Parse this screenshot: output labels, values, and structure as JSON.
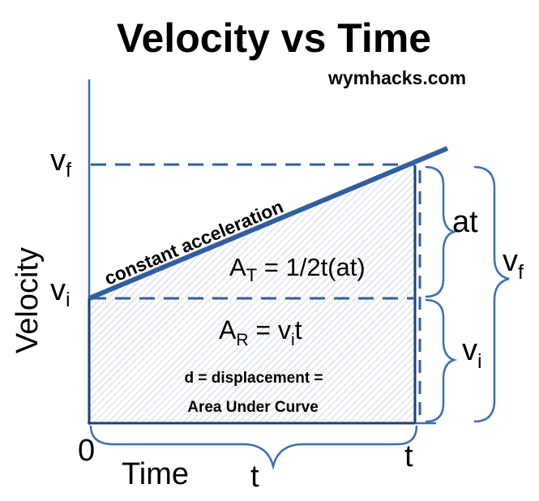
{
  "title": "Velocity vs Time",
  "website": "wymhacks.com",
  "axes": {
    "y_label": "Velocity",
    "x_label": "Time",
    "origin": "0",
    "t_tick": "t"
  },
  "levels": {
    "vf_main": "v",
    "vf_sub": "f",
    "vi_main": "v",
    "vi_sub": "i"
  },
  "line_label": "constant acceleration",
  "triangle_area": {
    "main": "A",
    "sub": "T",
    "rest": " = 1/2t(at)"
  },
  "rectangle_area": {
    "main": "A",
    "sub": "R",
    "eq": " = v",
    "eq_sub": "i",
    "tail": "t"
  },
  "note": {
    "line1": "d = displacement =",
    "line2": "Area Under Curve"
  },
  "braces": {
    "at": "at",
    "vf_main": "v",
    "vf_sub": "f",
    "vi_main": "v",
    "vi_sub": "i",
    "time": "t"
  },
  "colors": {
    "line": "#2f5f9e",
    "axis": "#3a6fb5",
    "hatch": "#b9c6d6"
  }
}
